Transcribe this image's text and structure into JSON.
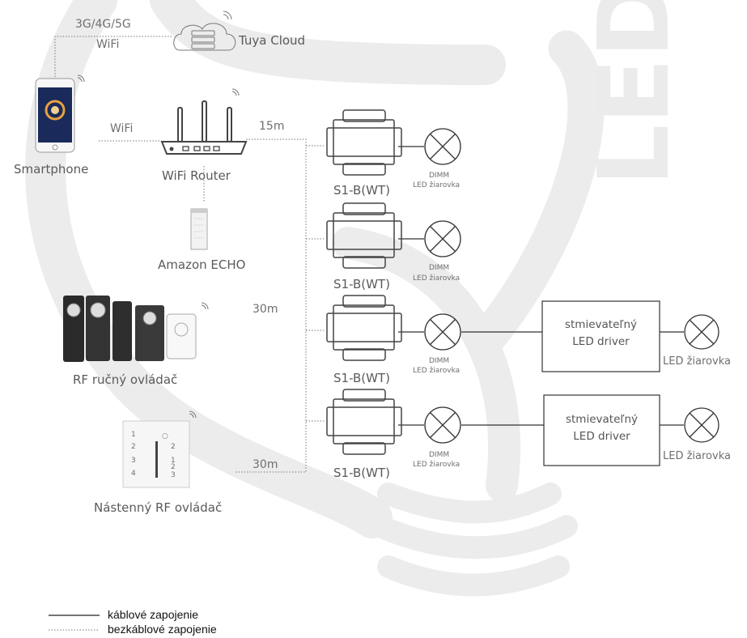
{
  "watermark": "LED",
  "cloud": {
    "label": "Tuya Cloud",
    "link_top": "3G/4G/5G",
    "link_bottom": "WiFi"
  },
  "smartphone": {
    "label": "Smartphone",
    "link": "WiFi"
  },
  "router": {
    "label": "WiFi Router",
    "distance": "15m"
  },
  "echo": {
    "label": "Amazon ECHO"
  },
  "rf_remote": {
    "label": "RF ručný ovládač",
    "distance": "30m"
  },
  "wall_panel": {
    "label": "Nástenný RF ovládač",
    "distance": "30m",
    "keys_left": [
      "1",
      "2",
      "3",
      "4"
    ],
    "keys_right": [
      "2",
      "1",
      "2",
      "3"
    ]
  },
  "modules": [
    {
      "label": "S1-B(WT)",
      "lamp_top": "DIMM",
      "lamp_bottom": "LED žiarovka"
    },
    {
      "label": "S1-B(WT)",
      "lamp_top": "DIMM",
      "lamp_bottom": "LED žiarovka"
    },
    {
      "label": "S1-B(WT)",
      "lamp_top": "DIMM",
      "lamp_bottom": "LED žiarovka"
    },
    {
      "label": "S1-B(WT)",
      "lamp_top": "DIMM",
      "lamp_bottom": "LED žiarovka"
    }
  ],
  "drivers": [
    {
      "line1": "stmievateľný",
      "line2": "LED driver",
      "lamp": "LED žiarovka"
    },
    {
      "line1": "stmievateľný",
      "line2": "LED driver",
      "lamp": "LED žiarovka"
    }
  ],
  "legend": {
    "wired": "káblové zapojenie",
    "wireless": "bezkáblové zapojenie"
  },
  "colors": {
    "line": "#333333",
    "dotted": "#777777",
    "watermark": "#efefef",
    "phone_screen": "#1a2a5a",
    "phone_accent": "#e8a040"
  }
}
